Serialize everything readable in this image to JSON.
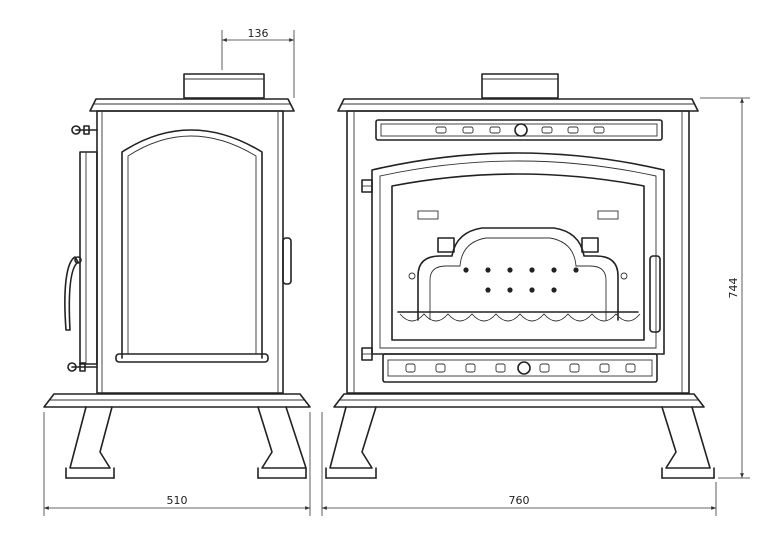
{
  "dimensions": {
    "flue_offset": "136",
    "depth": "510",
    "width": "760",
    "height": "744"
  },
  "colors": {
    "line": "#222222",
    "background": "#ffffff"
  }
}
